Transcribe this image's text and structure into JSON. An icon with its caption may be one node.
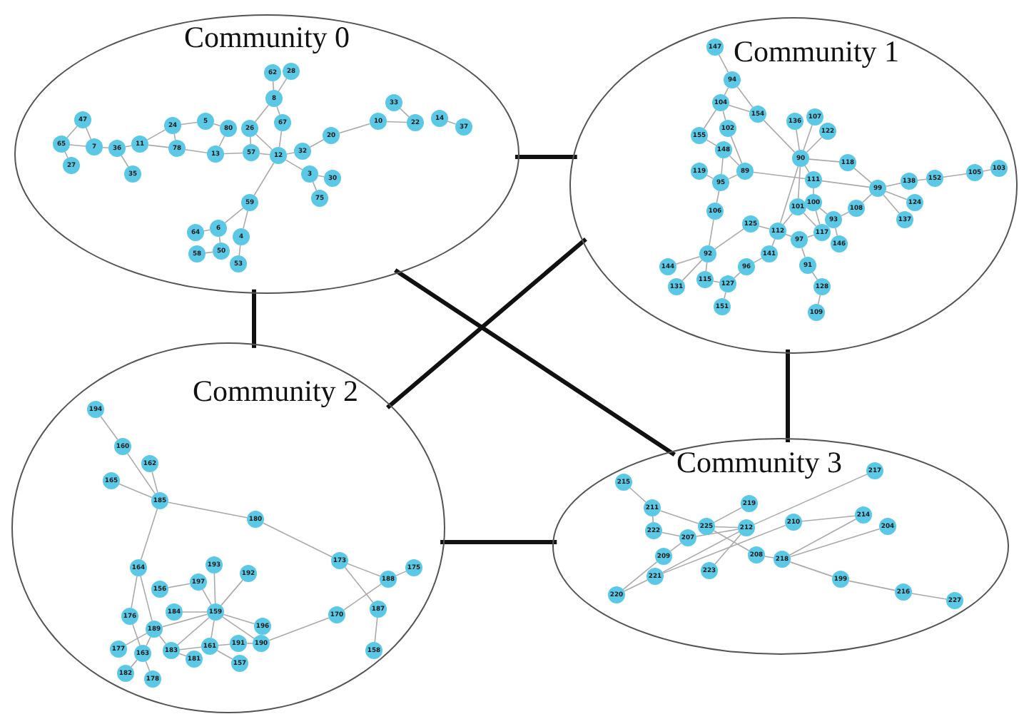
{
  "diagram": {
    "nodes": [
      {
        "text": [
          "Community 0"
        ]
      },
      {
        "text": [
          "62"
        ],
        "in": 0
      },
      {
        "text": [
          "28"
        ],
        "in": 0
      },
      {
        "text": [
          "8"
        ],
        "in": 0
      },
      {
        "text": [
          "67"
        ],
        "in": 0
      },
      {
        "text": [
          "26"
        ],
        "in": 0
      },
      {
        "text": [
          "5"
        ],
        "in": 0
      },
      {
        "text": [
          "80"
        ],
        "in": 0
      },
      {
        "text": [
          "13"
        ],
        "in": 0
      },
      {
        "text": [
          "57"
        ],
        "in": 0
      },
      {
        "text": [
          "12"
        ],
        "in": 0
      },
      {
        "text": [
          "32"
        ],
        "in": 0
      },
      {
        "text": [
          "20"
        ],
        "in": 0
      },
      {
        "text": [
          "10"
        ],
        "in": 0
      },
      {
        "text": [
          "33"
        ],
        "in": 0
      },
      {
        "text": [
          "22"
        ],
        "in": 0
      },
      {
        "text": [
          "14"
        ],
        "in": 0
      },
      {
        "text": [
          "37"
        ],
        "in": 0
      },
      {
        "text": [
          "24"
        ],
        "in": 0
      },
      {
        "text": [
          "78"
        ],
        "in": 0
      },
      {
        "text": [
          "36"
        ],
        "in": 0
      },
      {
        "text": [
          "11"
        ],
        "in": 0
      },
      {
        "text": [
          "35"
        ],
        "in": 0
      },
      {
        "text": [
          "47"
        ],
        "in": 0
      },
      {
        "text": [
          "65"
        ],
        "in": 0
      },
      {
        "text": [
          "7"
        ],
        "in": 0
      },
      {
        "text": [
          "27"
        ],
        "in": 0
      },
      {
        "text": [
          "3"
        ],
        "in": 0
      },
      {
        "text": [
          "30"
        ],
        "in": 0
      },
      {
        "text": [
          "75"
        ],
        "in": 0
      },
      {
        "text": [
          "59"
        ],
        "in": 0
      },
      {
        "text": [
          "64"
        ],
        "in": 0
      },
      {
        "text": [
          "6"
        ],
        "in": 0
      },
      {
        "text": [
          "4"
        ],
        "in": 0
      },
      {
        "text": [
          "58"
        ],
        "in": 0
      },
      {
        "text": [
          "50"
        ],
        "in": 0
      },
      {
        "text": [
          "53"
        ],
        "in": 0
      },
      {
        "text": [
          "Community 1"
        ]
      },
      {
        "text": [
          "147"
        ],
        "in": 37
      },
      {
        "text": [
          "94"
        ],
        "in": 37
      },
      {
        "text": [
          "104"
        ],
        "in": 37
      },
      {
        "text": [
          "154"
        ],
        "in": 37
      },
      {
        "text": [
          "102"
        ],
        "in": 37
      },
      {
        "text": [
          "155"
        ],
        "in": 37
      },
      {
        "text": [
          "148"
        ],
        "in": 37
      },
      {
        "text": [
          "136"
        ],
        "in": 37
      },
      {
        "text": [
          "107"
        ],
        "in": 37
      },
      {
        "text": [
          "122"
        ],
        "in": 37
      },
      {
        "text": [
          "90"
        ],
        "in": 37
      },
      {
        "text": [
          "118"
        ],
        "in": 37
      },
      {
        "text": [
          "111"
        ],
        "in": 37
      },
      {
        "text": [
          "89"
        ],
        "in": 37
      },
      {
        "text": [
          "119"
        ],
        "in": 37
      },
      {
        "text": [
          "95"
        ],
        "in": 37
      },
      {
        "text": [
          "99"
        ],
        "in": 37
      },
      {
        "text": [
          "138"
        ],
        "in": 37
      },
      {
        "text": [
          "152"
        ],
        "in": 37
      },
      {
        "text": [
          "105"
        ],
        "in": 37
      },
      {
        "text": [
          "103"
        ],
        "in": 37
      },
      {
        "text": [
          "108"
        ],
        "in": 37
      },
      {
        "text": [
          "124"
        ],
        "in": 37
      },
      {
        "text": [
          "137"
        ],
        "in": 37
      },
      {
        "text": [
          "100"
        ],
        "in": 37
      },
      {
        "text": [
          "93"
        ],
        "in": 37
      },
      {
        "text": [
          "106"
        ],
        "in": 37
      },
      {
        "text": [
          "101"
        ],
        "in": 37
      },
      {
        "text": [
          "125"
        ],
        "in": 37
      },
      {
        "text": [
          "112"
        ],
        "in": 37
      },
      {
        "text": [
          "117"
        ],
        "in": 37
      },
      {
        "text": [
          "97"
        ],
        "in": 37
      },
      {
        "text": [
          "146"
        ],
        "in": 37
      },
      {
        "text": [
          "141"
        ],
        "in": 37
      },
      {
        "text": [
          "91"
        ],
        "in": 37
      },
      {
        "text": [
          "92"
        ],
        "in": 37
      },
      {
        "text": [
          "144"
        ],
        "in": 37
      },
      {
        "text": [
          "96"
        ],
        "in": 37
      },
      {
        "text": [
          "115"
        ],
        "in": 37
      },
      {
        "text": [
          "127"
        ],
        "in": 37
      },
      {
        "text": [
          "131"
        ],
        "in": 37
      },
      {
        "text": [
          "128"
        ],
        "in": 37
      },
      {
        "text": [
          "151"
        ],
        "in": 37
      },
      {
        "text": [
          "109"
        ],
        "in": 37
      },
      {
        "text": [
          "Community 2"
        ]
      },
      {
        "text": [
          "194"
        ],
        "in": 82
      },
      {
        "text": [
          "160"
        ],
        "in": 82
      },
      {
        "text": [
          "162"
        ],
        "in": 82
      },
      {
        "text": [
          "165"
        ],
        "in": 82
      },
      {
        "text": [
          "185"
        ],
        "in": 82
      },
      {
        "text": [
          "180"
        ],
        "in": 82
      },
      {
        "text": [
          "173"
        ],
        "in": 82
      },
      {
        "text": [
          "188"
        ],
        "in": 82
      },
      {
        "text": [
          "175"
        ],
        "in": 82
      },
      {
        "text": [
          "187"
        ],
        "in": 82
      },
      {
        "text": [
          "170"
        ],
        "in": 82
      },
      {
        "text": [
          "158"
        ],
        "in": 82
      },
      {
        "text": [
          "164"
        ],
        "in": 82
      },
      {
        "text": [
          "193"
        ],
        "in": 82
      },
      {
        "text": [
          "192"
        ],
        "in": 82
      },
      {
        "text": [
          "197"
        ],
        "in": 82
      },
      {
        "text": [
          "156"
        ],
        "in": 82
      },
      {
        "text": [
          "159"
        ],
        "in": 82
      },
      {
        "text": [
          "176"
        ],
        "in": 82
      },
      {
        "text": [
          "184"
        ],
        "in": 82
      },
      {
        "text": [
          "189"
        ],
        "in": 82
      },
      {
        "text": [
          "196"
        ],
        "in": 82
      },
      {
        "text": [
          "190"
        ],
        "in": 82
      },
      {
        "text": [
          "191"
        ],
        "in": 82
      },
      {
        "text": [
          "161"
        ],
        "in": 82
      },
      {
        "text": [
          "183"
        ],
        "in": 82
      },
      {
        "text": [
          "163"
        ],
        "in": 82
      },
      {
        "text": [
          "177"
        ],
        "in": 82
      },
      {
        "text": [
          "182"
        ],
        "in": 82
      },
      {
        "text": [
          "181"
        ],
        "in": 82
      },
      {
        "text": [
          "178"
        ],
        "in": 82
      },
      {
        "text": [
          "157"
        ],
        "in": 82
      },
      {
        "text": [
          "Community 3"
        ]
      },
      {
        "text": [
          "217"
        ],
        "in": 115
      },
      {
        "text": [
          "215"
        ],
        "in": 115
      },
      {
        "text": [
          "211"
        ],
        "in": 115
      },
      {
        "text": [
          "219"
        ],
        "in": 115
      },
      {
        "text": [
          "214"
        ],
        "in": 115
      },
      {
        "text": [
          "210"
        ],
        "in": 115
      },
      {
        "text": [
          "204"
        ],
        "in": 115
      },
      {
        "text": [
          "225"
        ],
        "in": 115
      },
      {
        "text": [
          "212"
        ],
        "in": 115
      },
      {
        "text": [
          "222"
        ],
        "in": 115
      },
      {
        "text": [
          "207"
        ],
        "in": 115
      },
      {
        "text": [
          "208"
        ],
        "in": 115
      },
      {
        "text": [
          "218"
        ],
        "in": 115
      },
      {
        "text": [
          "209"
        ],
        "in": 115
      },
      {
        "text": [
          "223"
        ],
        "in": 115
      },
      {
        "text": [
          "221"
        ],
        "in": 115
      },
      {
        "text": [
          "199"
        ],
        "in": 115
      },
      {
        "text": [
          "220"
        ],
        "in": 115
      },
      {
        "text": [
          "216"
        ],
        "in": 115
      },
      {
        "text": [
          "227"
        ],
        "in": 115
      }
    ],
    "edges": [
      {
        "from": 0,
        "to": 37,
        "arrow": "none",
        "style": "thick",
        "color": "#111111"
      },
      {
        "from": 0,
        "to": 82,
        "arrow": "none",
        "style": "thick",
        "color": "#111111"
      },
      {
        "from": 0,
        "to": 115,
        "arrow": "none",
        "style": "thick",
        "color": "#111111"
      },
      {
        "from": 37,
        "to": 82,
        "arrow": "none",
        "style": "thick",
        "color": "#111111"
      },
      {
        "from": 37,
        "to": 115,
        "arrow": "none",
        "style": "thick",
        "color": "#111111"
      },
      {
        "from": 82,
        "to": 115,
        "arrow": "none",
        "style": "thick",
        "color": "#111111"
      },
      {
        "from": 1,
        "to": 3,
        "arrow": "none"
      },
      {
        "from": 2,
        "to": 3,
        "arrow": "none"
      },
      {
        "from": 3,
        "to": 5,
        "arrow": "none"
      },
      {
        "from": 3,
        "to": 4,
        "arrow": "none"
      },
      {
        "from": 4,
        "to": 10,
        "arrow": "none"
      },
      {
        "from": 5,
        "to": 10,
        "arrow": "none"
      },
      {
        "from": 5,
        "to": 9,
        "arrow": "none"
      },
      {
        "from": 9,
        "to": 8,
        "arrow": "none"
      },
      {
        "from": 8,
        "to": 19,
        "arrow": "none"
      },
      {
        "from": 6,
        "to": 18,
        "arrow": "none"
      },
      {
        "from": 18,
        "to": 21,
        "arrow": "none"
      },
      {
        "from": 19,
        "to": 21,
        "arrow": "none"
      },
      {
        "from": 21,
        "to": 20,
        "arrow": "none"
      },
      {
        "from": 20,
        "to": 22,
        "arrow": "none"
      },
      {
        "from": 20,
        "to": 25,
        "arrow": "none"
      },
      {
        "from": 25,
        "to": 23,
        "arrow": "none"
      },
      {
        "from": 25,
        "to": 24,
        "arrow": "none"
      },
      {
        "from": 24,
        "to": 26,
        "arrow": "none"
      },
      {
        "from": 23,
        "to": 24,
        "arrow": "none"
      },
      {
        "from": 6,
        "to": 7,
        "arrow": "none"
      },
      {
        "from": 7,
        "to": 8,
        "arrow": "none"
      },
      {
        "from": 9,
        "to": 10,
        "arrow": "none"
      },
      {
        "from": 10,
        "to": 11,
        "arrow": "none"
      },
      {
        "from": 11,
        "to": 12,
        "arrow": "none"
      },
      {
        "from": 12,
        "to": 13,
        "arrow": "none"
      },
      {
        "from": 13,
        "to": 15,
        "arrow": "none"
      },
      {
        "from": 14,
        "to": 15,
        "arrow": "none"
      },
      {
        "from": 16,
        "to": 17,
        "arrow": "none"
      },
      {
        "from": 10,
        "to": 27,
        "arrow": "none"
      },
      {
        "from": 27,
        "to": 29,
        "arrow": "none"
      },
      {
        "from": 27,
        "to": 28,
        "arrow": "none"
      },
      {
        "from": 10,
        "to": 30,
        "arrow": "none"
      },
      {
        "from": 30,
        "to": 32,
        "arrow": "none"
      },
      {
        "from": 30,
        "to": 33,
        "arrow": "none"
      },
      {
        "from": 32,
        "to": 31,
        "arrow": "none"
      },
      {
        "from": 32,
        "to": 35,
        "arrow": "none"
      },
      {
        "from": 35,
        "to": 34,
        "arrow": "none"
      },
      {
        "from": 33,
        "to": 36,
        "arrow": "none"
      },
      {
        "from": 18,
        "to": 19,
        "arrow": "none"
      },
      {
        "from": 38,
        "to": 39,
        "arrow": "none"
      },
      {
        "from": 39,
        "to": 40,
        "arrow": "none"
      },
      {
        "from": 39,
        "to": 41,
        "arrow": "none"
      },
      {
        "from": 40,
        "to": 41,
        "arrow": "none"
      },
      {
        "from": 40,
        "to": 43,
        "arrow": "none"
      },
      {
        "from": 40,
        "to": 42,
        "arrow": "none"
      },
      {
        "from": 42,
        "to": 51,
        "arrow": "none"
      },
      {
        "from": 43,
        "to": 44,
        "arrow": "none"
      },
      {
        "from": 44,
        "to": 51,
        "arrow": "none"
      },
      {
        "from": 44,
        "to": 53,
        "arrow": "none"
      },
      {
        "from": 51,
        "to": 53,
        "arrow": "none"
      },
      {
        "from": 52,
        "to": 53,
        "arrow": "none"
      },
      {
        "from": 41,
        "to": 48,
        "arrow": "none"
      },
      {
        "from": 45,
        "to": 48,
        "arrow": "none"
      },
      {
        "from": 46,
        "to": 48,
        "arrow": "none"
      },
      {
        "from": 47,
        "to": 48,
        "arrow": "none"
      },
      {
        "from": 48,
        "to": 49,
        "arrow": "none"
      },
      {
        "from": 51,
        "to": 50,
        "arrow": "none"
      },
      {
        "from": 48,
        "to": 50,
        "arrow": "none"
      },
      {
        "from": 50,
        "to": 54,
        "arrow": "none"
      },
      {
        "from": 49,
        "to": 54,
        "arrow": "none"
      },
      {
        "from": 54,
        "to": 55,
        "arrow": "none"
      },
      {
        "from": 55,
        "to": 56,
        "arrow": "none"
      },
      {
        "from": 56,
        "to": 57,
        "arrow": "none"
      },
      {
        "from": 57,
        "to": 58,
        "arrow": "none"
      },
      {
        "from": 54,
        "to": 60,
        "arrow": "none"
      },
      {
        "from": 54,
        "to": 61,
        "arrow": "none"
      },
      {
        "from": 54,
        "to": 59,
        "arrow": "none"
      },
      {
        "from": 59,
        "to": 63,
        "arrow": "none"
      },
      {
        "from": 48,
        "to": 65,
        "arrow": "none"
      },
      {
        "from": 48,
        "to": 67,
        "arrow": "none"
      },
      {
        "from": 50,
        "to": 62,
        "arrow": "none"
      },
      {
        "from": 62,
        "to": 63,
        "arrow": "none"
      },
      {
        "from": 62,
        "to": 68,
        "arrow": "none"
      },
      {
        "from": 63,
        "to": 70,
        "arrow": "none"
      },
      {
        "from": 65,
        "to": 67,
        "arrow": "none"
      },
      {
        "from": 66,
        "to": 67,
        "arrow": "none"
      },
      {
        "from": 53,
        "to": 64,
        "arrow": "none"
      },
      {
        "from": 64,
        "to": 73,
        "arrow": "none"
      },
      {
        "from": 66,
        "to": 73,
        "arrow": "none"
      },
      {
        "from": 73,
        "to": 74,
        "arrow": "none"
      },
      {
        "from": 73,
        "to": 78,
        "arrow": "none"
      },
      {
        "from": 73,
        "to": 76,
        "arrow": "none"
      },
      {
        "from": 76,
        "to": 77,
        "arrow": "none"
      },
      {
        "from": 77,
        "to": 75,
        "arrow": "none"
      },
      {
        "from": 75,
        "to": 71,
        "arrow": "none"
      },
      {
        "from": 71,
        "to": 67,
        "arrow": "none"
      },
      {
        "from": 68,
        "to": 69,
        "arrow": "none"
      },
      {
        "from": 69,
        "to": 72,
        "arrow": "none"
      },
      {
        "from": 72,
        "to": 79,
        "arrow": "none"
      },
      {
        "from": 79,
        "to": 81,
        "arrow": "none"
      },
      {
        "from": 77,
        "to": 80,
        "arrow": "none"
      },
      {
        "from": 65,
        "to": 68,
        "arrow": "none"
      },
      {
        "from": 67,
        "to": 69,
        "arrow": "none"
      },
      {
        "from": 83,
        "to": 84,
        "arrow": "none"
      },
      {
        "from": 84,
        "to": 87,
        "arrow": "none"
      },
      {
        "from": 85,
        "to": 87,
        "arrow": "none"
      },
      {
        "from": 86,
        "to": 87,
        "arrow": "none"
      },
      {
        "from": 87,
        "to": 88,
        "arrow": "none"
      },
      {
        "from": 87,
        "to": 95,
        "arrow": "none"
      },
      {
        "from": 88,
        "to": 89,
        "arrow": "none"
      },
      {
        "from": 89,
        "to": 90,
        "arrow": "none"
      },
      {
        "from": 89,
        "to": 92,
        "arrow": "none"
      },
      {
        "from": 90,
        "to": 91,
        "arrow": "none"
      },
      {
        "from": 90,
        "to": 93,
        "arrow": "none"
      },
      {
        "from": 93,
        "to": 105,
        "arrow": "none"
      },
      {
        "from": 92,
        "to": 94,
        "arrow": "none"
      },
      {
        "from": 95,
        "to": 101,
        "arrow": "none"
      },
      {
        "from": 95,
        "to": 103,
        "arrow": "none"
      },
      {
        "from": 99,
        "to": 98,
        "arrow": "none"
      },
      {
        "from": 98,
        "to": 100,
        "arrow": "none"
      },
      {
        "from": 96,
        "to": 100,
        "arrow": "none"
      },
      {
        "from": 97,
        "to": 100,
        "arrow": "none"
      },
      {
        "from": 100,
        "to": 102,
        "arrow": "none"
      },
      {
        "from": 100,
        "to": 103,
        "arrow": "none"
      },
      {
        "from": 100,
        "to": 104,
        "arrow": "none"
      },
      {
        "from": 100,
        "to": 105,
        "arrow": "none"
      },
      {
        "from": 100,
        "to": 107,
        "arrow": "none"
      },
      {
        "from": 100,
        "to": 108,
        "arrow": "none"
      },
      {
        "from": 101,
        "to": 109,
        "arrow": "none"
      },
      {
        "from": 103,
        "to": 109,
        "arrow": "none"
      },
      {
        "from": 103,
        "to": 110,
        "arrow": "none"
      },
      {
        "from": 109,
        "to": 111,
        "arrow": "none"
      },
      {
        "from": 103,
        "to": 108,
        "arrow": "none"
      },
      {
        "from": 109,
        "to": 113,
        "arrow": "none"
      },
      {
        "from": 108,
        "to": 112,
        "arrow": "none"
      },
      {
        "from": 107,
        "to": 106,
        "arrow": "none"
      },
      {
        "from": 107,
        "to": 114,
        "arrow": "none"
      },
      {
        "from": 106,
        "to": 105,
        "arrow": "none"
      },
      {
        "from": 108,
        "to": 107,
        "arrow": "none"
      },
      {
        "from": 117,
        "to": 118,
        "arrow": "none"
      },
      {
        "from": 118,
        "to": 123,
        "arrow": "none"
      },
      {
        "from": 125,
        "to": 118,
        "arrow": "none"
      },
      {
        "from": 123,
        "to": 127,
        "arrow": "none"
      },
      {
        "from": 123,
        "to": 124,
        "arrow": "none"
      },
      {
        "from": 126,
        "to": 124,
        "arrow": "none"
      },
      {
        "from": 123,
        "to": 119,
        "arrow": "none"
      },
      {
        "from": 129,
        "to": 126,
        "arrow": "none"
      },
      {
        "from": 124,
        "to": 116,
        "arrow": "none"
      },
      {
        "from": 130,
        "to": 124,
        "arrow": "none"
      },
      {
        "from": 131,
        "to": 121,
        "arrow": "none"
      },
      {
        "from": 131,
        "to": 124,
        "arrow": "none"
      },
      {
        "from": 133,
        "to": 129,
        "arrow": "none"
      },
      {
        "from": 133,
        "to": 131,
        "arrow": "none"
      },
      {
        "from": 121,
        "to": 120,
        "arrow": "none"
      },
      {
        "from": 128,
        "to": 120,
        "arrow": "none"
      },
      {
        "from": 128,
        "to": 122,
        "arrow": "none"
      },
      {
        "from": 128,
        "to": 132,
        "arrow": "none"
      },
      {
        "from": 132,
        "to": 134,
        "arrow": "none"
      },
      {
        "from": 134,
        "to": 135,
        "arrow": "none"
      },
      {
        "from": 125,
        "to": 126,
        "arrow": "none"
      },
      {
        "from": 127,
        "to": 128,
        "arrow": "none"
      }
    ]
  }
}
